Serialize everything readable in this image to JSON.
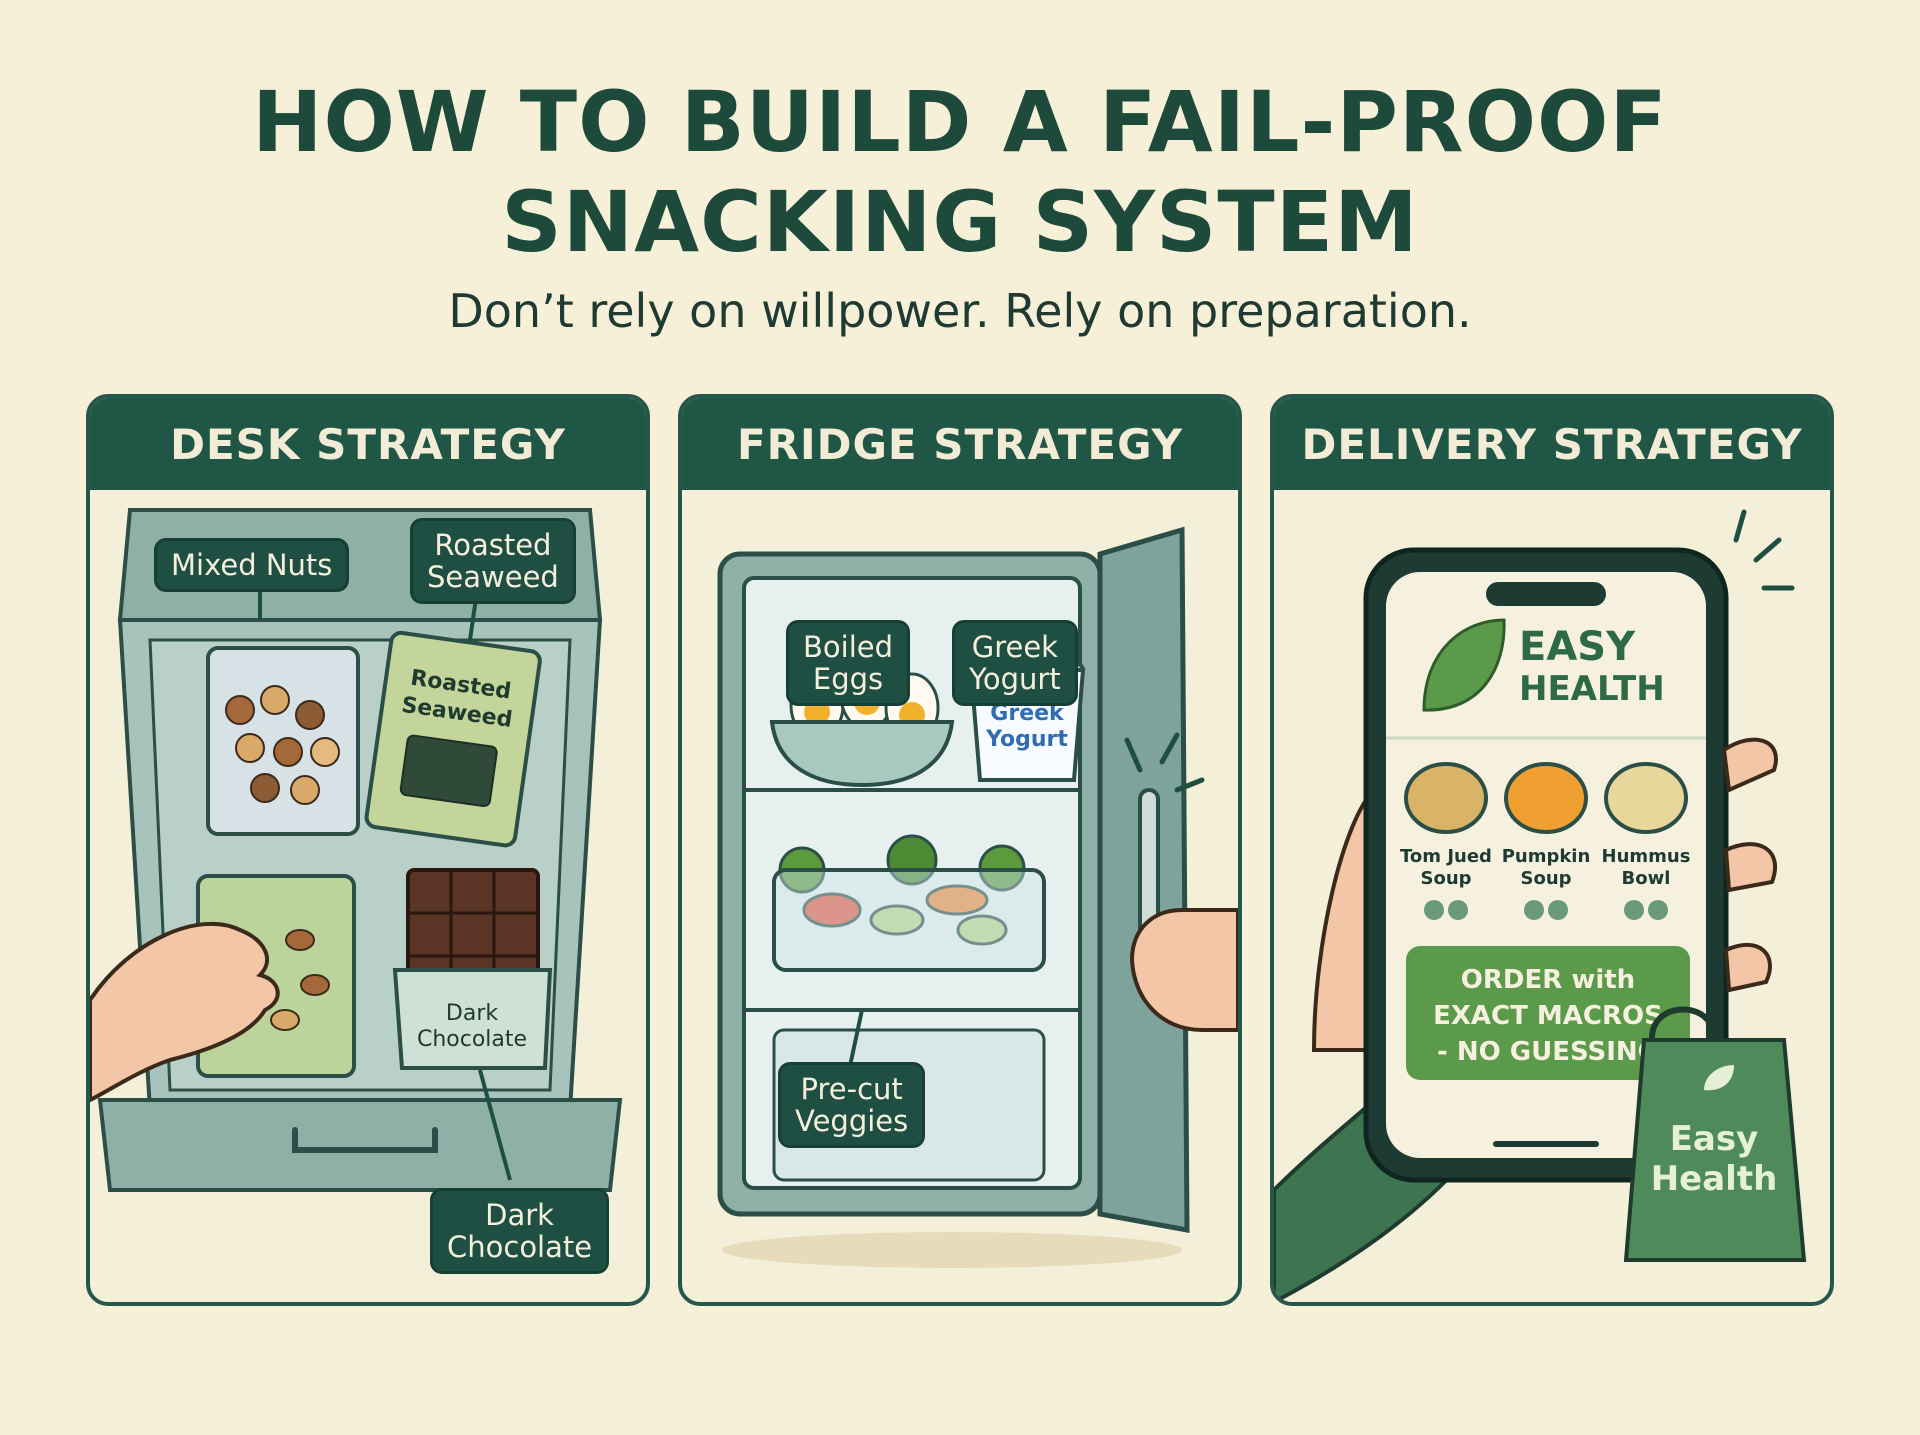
{
  "header": {
    "title_line1": "HOW TO BUILD A FAIL-PROOF",
    "title_line2": "SNACKING SYSTEM",
    "subtitle": "Don’t rely on willpower. Rely on preparation."
  },
  "panels": [
    {
      "title": "DESK STRATEGY",
      "tags": [
        "Mixed Nuts",
        "Roasted\nSeaweed",
        "Dark\nChocolate"
      ],
      "package_labels": {
        "seaweed": "Roasted\nSeaweed",
        "chocolate": "Dark\nChocolate"
      }
    },
    {
      "title": "FRIDGE STRATEGY",
      "tags": [
        "Boiled\nEggs",
        "Greek\nYogurt",
        "Pre-cut\nVeggies"
      ],
      "package_labels": {
        "yogurt_line1": "Greek",
        "yogurt_line2": "Yogurt"
      }
    },
    {
      "title": "DELIVERY STRATEGY",
      "app": {
        "brand_line1": "EASY",
        "brand_line2": "HEALTH",
        "menu": [
          {
            "line1": "Tom Jued",
            "line2": "Soup"
          },
          {
            "line1": "Pumpkin",
            "line2": "Soup"
          },
          {
            "line1": "Hummus",
            "line2": "Bowl"
          }
        ],
        "cta_line1": "ORDER with",
        "cta_line2": "EXACT MACROS",
        "cta_line3": "- NO GUESSING"
      },
      "bag": {
        "line1": "Easy",
        "line2": "Health"
      }
    }
  ],
  "colors": {
    "background": "#f6f0d8",
    "dark_green": "#1f5646",
    "accent_green": "#5b9a4a",
    "panel_border": "#24584a"
  }
}
